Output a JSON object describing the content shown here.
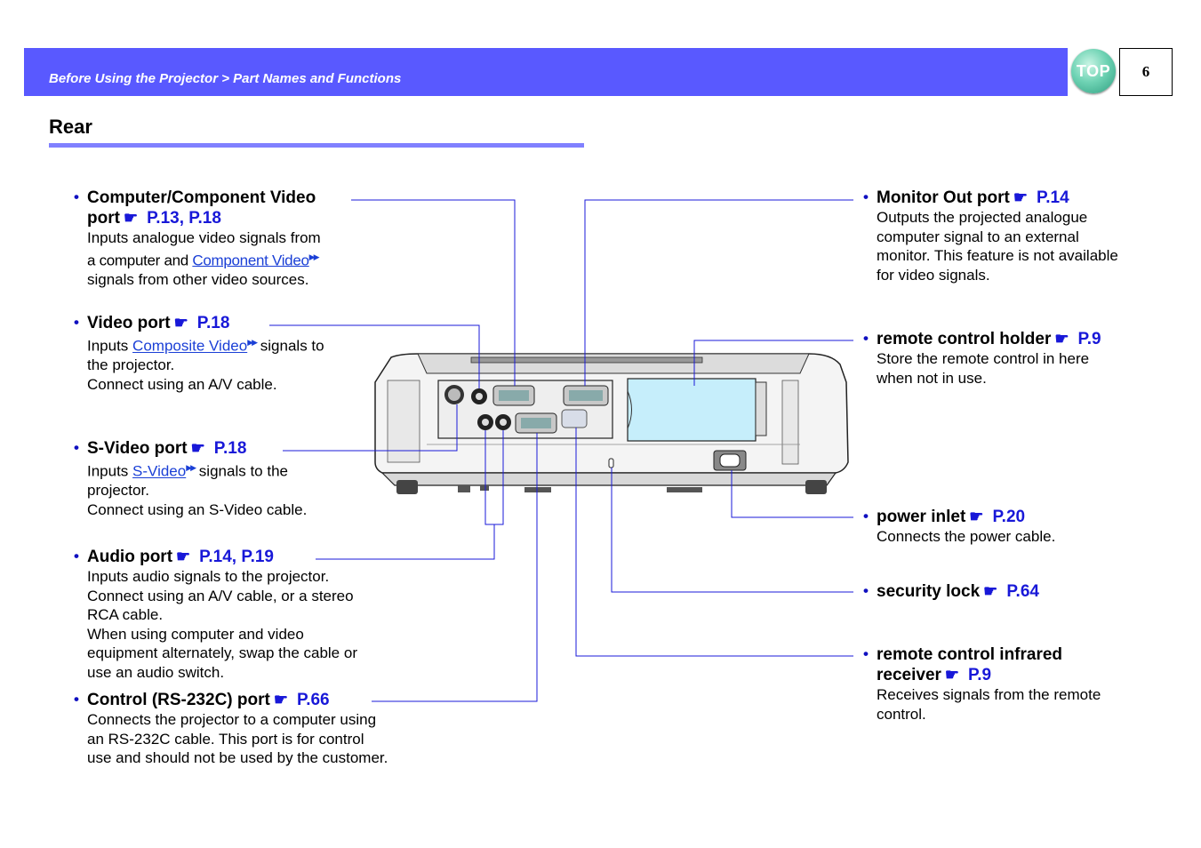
{
  "header": {
    "breadcrumb": "Before Using the Projector > Part Names and Functions",
    "top_button": "TOP",
    "page_number": "6"
  },
  "section_title": "Rear",
  "left_items": [
    {
      "title_line1": "Computer/Component Video",
      "title_line2": "port",
      "ref": "P.13, P.18",
      "desc1": "Inputs analogue video signals from",
      "desc2_pre": "a computer and ",
      "desc2_link": "Component Video",
      "desc3": "signals from other video sources."
    },
    {
      "title": "Video port",
      "ref": "P.18",
      "desc1_pre": "Inputs ",
      "desc1_link": "Composite Video",
      "desc1_post": " signals to",
      "desc2": "the projector.",
      "desc3": "Connect using an A/V cable."
    },
    {
      "title": "S-Video port",
      "ref": "P.18",
      "desc1_pre": "Inputs ",
      "desc1_link": "S-Video",
      "desc1_post": " signals to the",
      "desc2": "projector.",
      "desc3": "Connect using an S-Video cable."
    },
    {
      "title": "Audio port",
      "ref": "P.14, P.19",
      "desc": [
        "Inputs audio signals to the projector.",
        "Connect using an A/V cable, or a stereo",
        "RCA cable.",
        "When using computer and video",
        "equipment alternately, swap the cable or",
        "use an audio switch."
      ]
    },
    {
      "title": "Control (RS-232C) port",
      "ref": "P.66",
      "desc": [
        "Connects the projector to a computer using",
        "an RS-232C cable. This port is for control",
        "use and should not be used by the customer."
      ]
    }
  ],
  "right_items": [
    {
      "title": "Monitor Out port",
      "ref": "P.14",
      "desc": [
        "Outputs the projected analogue",
        "computer signal to an external",
        "monitor. This feature is not available",
        "for video signals."
      ]
    },
    {
      "title": "remote control holder",
      "ref": "P.9",
      "desc": [
        "Store the remote control in here",
        "when not in use."
      ]
    },
    {
      "title": "power inlet",
      "ref": "P.20",
      "desc": [
        "Connects the power cable."
      ]
    },
    {
      "title": "security lock",
      "ref": "P.64",
      "desc": []
    },
    {
      "title_line1": "remote control infrared",
      "title_line2": "receiver",
      "ref": "P.9",
      "desc": [
        "Receives signals from the remote",
        "control."
      ]
    }
  ],
  "icons": {
    "reference": "pointing-hand-icon",
    "glossary": "double-arrow-icon"
  },
  "colors": {
    "header_band": "#5959ff",
    "title_underline": "#8080ff",
    "callout_line": "#1a1ad8",
    "reference_text": "#1818d8"
  }
}
